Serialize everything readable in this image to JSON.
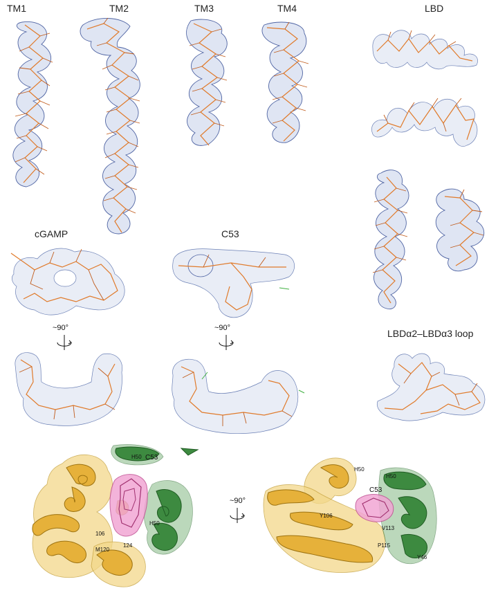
{
  "labels": {
    "tm1": "TM1",
    "tm2": "TM2",
    "tm3": "TM3",
    "tm4": "TM4",
    "lbd": "LBD",
    "cgamp": "cGAMP",
    "c53": "C53",
    "loop": "LBDα2–LBDα3 loop",
    "rotate": "~90°"
  },
  "residues_left": {
    "h50": "H50",
    "c53": "C53",
    "h50b": "H50",
    "y106": "106",
    "m120": "M120",
    "x124": "124"
  },
  "residues_right": {
    "h50": "H50",
    "h50b": "H50",
    "c53": "C53",
    "y106": "Y106",
    "v113": "V113",
    "p115": "P115",
    "y46": "Y46"
  },
  "colors": {
    "mesh": "#6a7fb5",
    "stick": "#e07a2a",
    "protein_chain_a": "#e6b13a",
    "protein_chain_b": "#3d8a40",
    "ligand": "#f1a6d4"
  }
}
